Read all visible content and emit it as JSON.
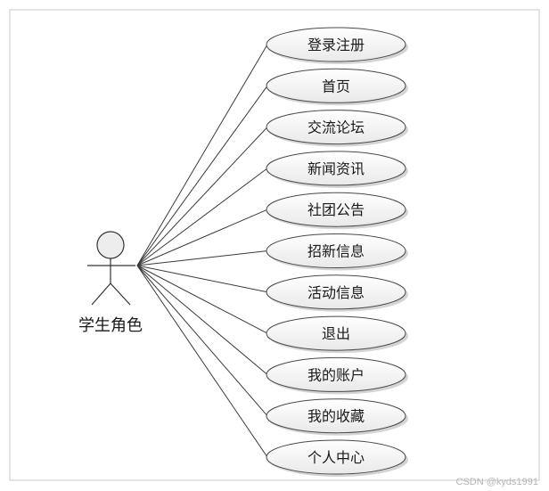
{
  "actor": {
    "name": "学生角色",
    "icon": "stick-figure-actor-icon"
  },
  "use_cases": [
    "登录注册",
    "首页",
    "交流论坛",
    "新闻资讯",
    "社团公告",
    "招新信息",
    "活动信息",
    "退出",
    "我的账户",
    "我的收藏",
    "个人中心"
  ],
  "watermark": "CSDN @kyds1991",
  "colors": {
    "line": "#3a3a3a",
    "ellipse_fill_top": "#ffffff",
    "ellipse_fill_bottom": "#ececec",
    "frame": "#c8c8c8"
  }
}
